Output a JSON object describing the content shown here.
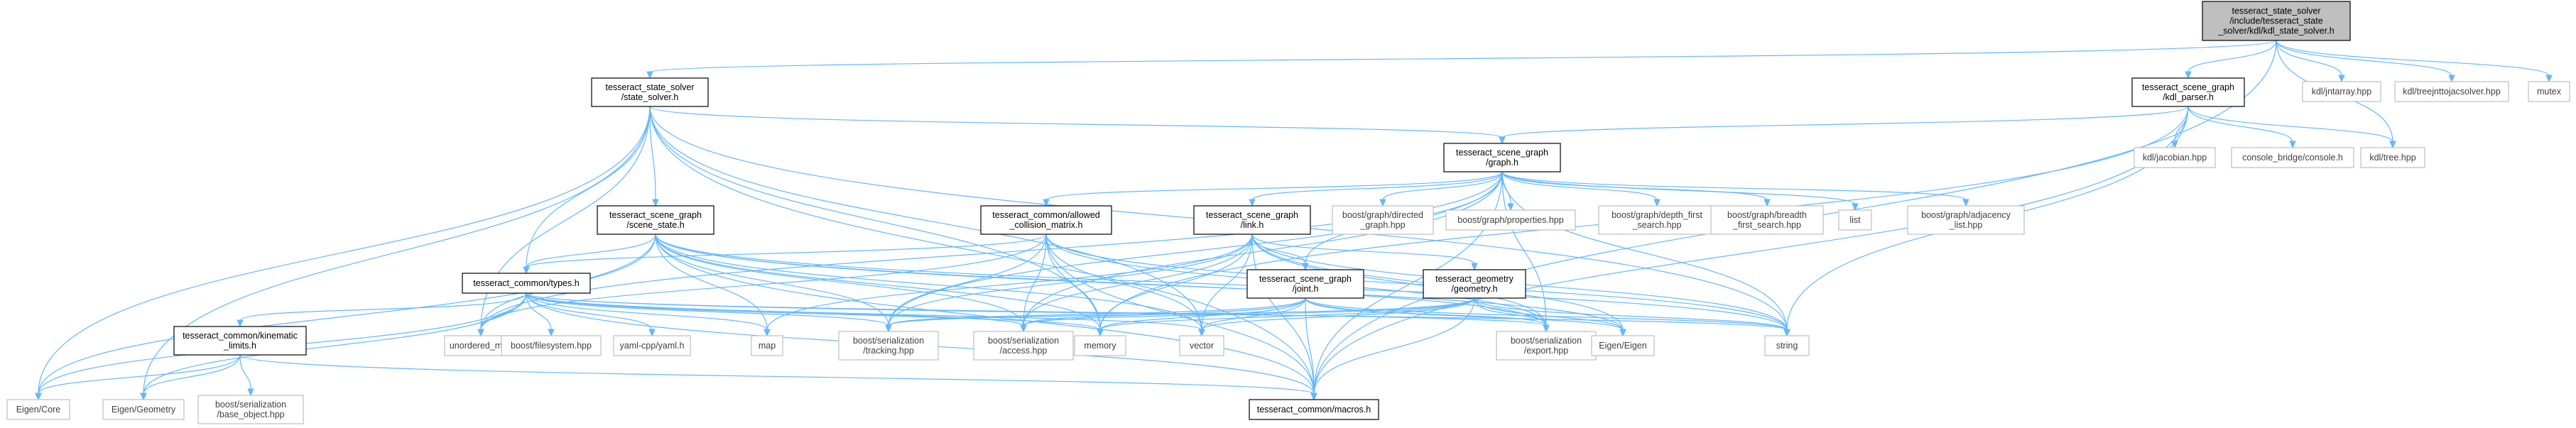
{
  "colors": {
    "edge": "#63b8ff",
    "focus_fill": "#bfbfbf",
    "external_border": "#bfbfbf",
    "internal_border": "#000000"
  },
  "nodes": {
    "kdl_state_solver": {
      "lines": [
        "tesseract_state_solver",
        "/include/tesseract_state",
        "_solver/kdl/kdl_state_solver.h"
      ],
      "kind": "focus"
    },
    "state_solver": {
      "lines": [
        "tesseract_state_solver",
        "/state_solver.h"
      ],
      "kind": "internal"
    },
    "kdl_parser": {
      "lines": [
        "tesseract_scene_graph",
        "/kdl_parser.h"
      ],
      "kind": "internal"
    },
    "jntarray": {
      "lines": [
        "kdl/jntarray.hpp"
      ],
      "kind": "external"
    },
    "treejnttojacsolver": {
      "lines": [
        "kdl/treejnttojacsolver.hpp"
      ],
      "kind": "external"
    },
    "mutex": {
      "lines": [
        "mutex"
      ],
      "kind": "external"
    },
    "graph": {
      "lines": [
        "tesseract_scene_graph",
        "/graph.h"
      ],
      "kind": "internal"
    },
    "jacobian": {
      "lines": [
        "kdl/jacobian.hpp"
      ],
      "kind": "external"
    },
    "console": {
      "lines": [
        "console_bridge/console.h"
      ],
      "kind": "external"
    },
    "kdl_tree": {
      "lines": [
        "kdl/tree.hpp"
      ],
      "kind": "external"
    },
    "scene_state": {
      "lines": [
        "tesseract_scene_graph",
        "/scene_state.h"
      ],
      "kind": "internal"
    },
    "allowed_collision": {
      "lines": [
        "tesseract_common/allowed",
        "_collision_matrix.h"
      ],
      "kind": "internal"
    },
    "link": {
      "lines": [
        "tesseract_scene_graph",
        "/link.h"
      ],
      "kind": "internal"
    },
    "directed_graph": {
      "lines": [
        "boost/graph/directed",
        "_graph.hpp"
      ],
      "kind": "external"
    },
    "properties": {
      "lines": [
        "boost/graph/properties.hpp"
      ],
      "kind": "external"
    },
    "depth_first": {
      "lines": [
        "boost/graph/depth_first",
        "_search.hpp"
      ],
      "kind": "external"
    },
    "breadth_first": {
      "lines": [
        "boost/graph/breadth",
        "_first_search.hpp"
      ],
      "kind": "external"
    },
    "list": {
      "lines": [
        "list"
      ],
      "kind": "external"
    },
    "adjacency_list": {
      "lines": [
        "boost/graph/adjacency",
        "_list.hpp"
      ],
      "kind": "external"
    },
    "types": {
      "lines": [
        "tesseract_common/types.h"
      ],
      "kind": "internal"
    },
    "joint": {
      "lines": [
        "tesseract_scene_graph",
        "/joint.h"
      ],
      "kind": "internal"
    },
    "geometry": {
      "lines": [
        "tesseract_geometry",
        "/geometry.h"
      ],
      "kind": "internal"
    },
    "kinematic_limits": {
      "lines": [
        "tesseract_common/kinematic",
        "_limits.h"
      ],
      "kind": "internal"
    },
    "unordered_map": {
      "lines": [
        "unordered_map"
      ],
      "kind": "external"
    },
    "filesystem": {
      "lines": [
        "boost/filesystem.hpp"
      ],
      "kind": "external"
    },
    "yaml": {
      "lines": [
        "yaml-cpp/yaml.h"
      ],
      "kind": "external"
    },
    "map": {
      "lines": [
        "map"
      ],
      "kind": "external"
    },
    "tracking": {
      "lines": [
        "boost/serialization",
        "/tracking.hpp"
      ],
      "kind": "external"
    },
    "access": {
      "lines": [
        "boost/serialization",
        "/access.hpp"
      ],
      "kind": "external"
    },
    "memory": {
      "lines": [
        "memory"
      ],
      "kind": "external"
    },
    "vector": {
      "lines": [
        "vector"
      ],
      "kind": "external"
    },
    "export": {
      "lines": [
        "boost/serialization",
        "/export.hpp"
      ],
      "kind": "external"
    },
    "eigen_eigen": {
      "lines": [
        "Eigen/Eigen"
      ],
      "kind": "external"
    },
    "string": {
      "lines": [
        "string"
      ],
      "kind": "external"
    },
    "eigen_core": {
      "lines": [
        "Eigen/Core"
      ],
      "kind": "external"
    },
    "eigen_geometry": {
      "lines": [
        "Eigen/Geometry"
      ],
      "kind": "external"
    },
    "base_object": {
      "lines": [
        "boost/serialization",
        "/base_object.hpp"
      ],
      "kind": "external"
    },
    "macros": {
      "lines": [
        "tesseract_common/macros.h"
      ],
      "kind": "internal"
    }
  },
  "edges": [
    [
      "kdl_state_solver",
      "state_solver"
    ],
    [
      "kdl_state_solver",
      "kdl_parser"
    ],
    [
      "kdl_state_solver",
      "jntarray"
    ],
    [
      "kdl_state_solver",
      "treejnttojacsolver"
    ],
    [
      "kdl_state_solver",
      "mutex"
    ],
    [
      "kdl_state_solver",
      "kdl_tree"
    ],
    [
      "kdl_state_solver",
      "macros"
    ],
    [
      "state_solver",
      "graph"
    ],
    [
      "state_solver",
      "scene_state"
    ],
    [
      "state_solver",
      "types"
    ],
    [
      "state_solver",
      "unordered_map"
    ],
    [
      "state_solver",
      "vector"
    ],
    [
      "state_solver",
      "string"
    ],
    [
      "state_solver",
      "eigen_core"
    ],
    [
      "state_solver",
      "eigen_geometry"
    ],
    [
      "state_solver",
      "memory"
    ],
    [
      "state_solver",
      "macros"
    ],
    [
      "kdl_parser",
      "graph"
    ],
    [
      "kdl_parser",
      "jacobian"
    ],
    [
      "kdl_parser",
      "console"
    ],
    [
      "kdl_parser",
      "kdl_tree"
    ],
    [
      "kdl_parser",
      "string"
    ],
    [
      "kdl_parser",
      "macros"
    ],
    [
      "kdl_parser",
      "memory"
    ],
    [
      "graph",
      "allowed_collision"
    ],
    [
      "graph",
      "link"
    ],
    [
      "graph",
      "joint"
    ],
    [
      "graph",
      "directed_graph"
    ],
    [
      "graph",
      "properties"
    ],
    [
      "graph",
      "depth_first"
    ],
    [
      "graph",
      "breadth_first"
    ],
    [
      "graph",
      "list"
    ],
    [
      "graph",
      "adjacency_list"
    ],
    [
      "graph",
      "unordered_map"
    ],
    [
      "graph",
      "string"
    ],
    [
      "graph",
      "tracking"
    ],
    [
      "graph",
      "access"
    ],
    [
      "graph",
      "export"
    ],
    [
      "graph",
      "macros"
    ],
    [
      "scene_state",
      "types"
    ],
    [
      "scene_state",
      "unordered_map"
    ],
    [
      "scene_state",
      "eigen_core"
    ],
    [
      "scene_state",
      "vector"
    ],
    [
      "scene_state",
      "string"
    ],
    [
      "scene_state",
      "tracking"
    ],
    [
      "scene_state",
      "access"
    ],
    [
      "scene_state",
      "export"
    ],
    [
      "scene_state",
      "eigen_eigen"
    ],
    [
      "scene_state",
      "map"
    ],
    [
      "scene_state",
      "memory"
    ],
    [
      "scene_state",
      "macros"
    ],
    [
      "allowed_collision",
      "types"
    ],
    [
      "allowed_collision",
      "unordered_map"
    ],
    [
      "allowed_collision",
      "vector"
    ],
    [
      "allowed_collision",
      "memory"
    ],
    [
      "allowed_collision",
      "tracking"
    ],
    [
      "allowed_collision",
      "access"
    ],
    [
      "allowed_collision",
      "export"
    ],
    [
      "allowed_collision",
      "string"
    ],
    [
      "allowed_collision",
      "macros"
    ],
    [
      "link",
      "geometry"
    ],
    [
      "link",
      "joint"
    ],
    [
      "link",
      "memory"
    ],
    [
      "link",
      "vector"
    ],
    [
      "link",
      "tracking"
    ],
    [
      "link",
      "access"
    ],
    [
      "link",
      "export"
    ],
    [
      "link",
      "eigen_eigen"
    ],
    [
      "link",
      "string"
    ],
    [
      "link",
      "map"
    ],
    [
      "link",
      "macros"
    ],
    [
      "types",
      "kinematic_limits"
    ],
    [
      "types",
      "unordered_map"
    ],
    [
      "types",
      "filesystem"
    ],
    [
      "types",
      "yaml"
    ],
    [
      "types",
      "map"
    ],
    [
      "types",
      "tracking"
    ],
    [
      "types",
      "access"
    ],
    [
      "types",
      "memory"
    ],
    [
      "types",
      "vector"
    ],
    [
      "types",
      "eigen_core"
    ],
    [
      "types",
      "eigen_geometry"
    ],
    [
      "types",
      "export"
    ],
    [
      "types",
      "string"
    ],
    [
      "types",
      "macros"
    ],
    [
      "joint",
      "memory"
    ],
    [
      "joint",
      "vector"
    ],
    [
      "joint",
      "tracking"
    ],
    [
      "joint",
      "access"
    ],
    [
      "joint",
      "export"
    ],
    [
      "joint",
      "eigen_eigen"
    ],
    [
      "joint",
      "string"
    ],
    [
      "joint",
      "macros"
    ],
    [
      "geometry",
      "memory"
    ],
    [
      "geometry",
      "vector"
    ],
    [
      "geometry",
      "tracking"
    ],
    [
      "geometry",
      "access"
    ],
    [
      "geometry",
      "export"
    ],
    [
      "geometry",
      "eigen_eigen"
    ],
    [
      "geometry",
      "string"
    ],
    [
      "geometry",
      "macros"
    ],
    [
      "kinematic_limits",
      "eigen_core"
    ],
    [
      "kinematic_limits",
      "eigen_geometry"
    ],
    [
      "kinematic_limits",
      "base_object"
    ],
    [
      "kinematic_limits",
      "macros"
    ]
  ]
}
